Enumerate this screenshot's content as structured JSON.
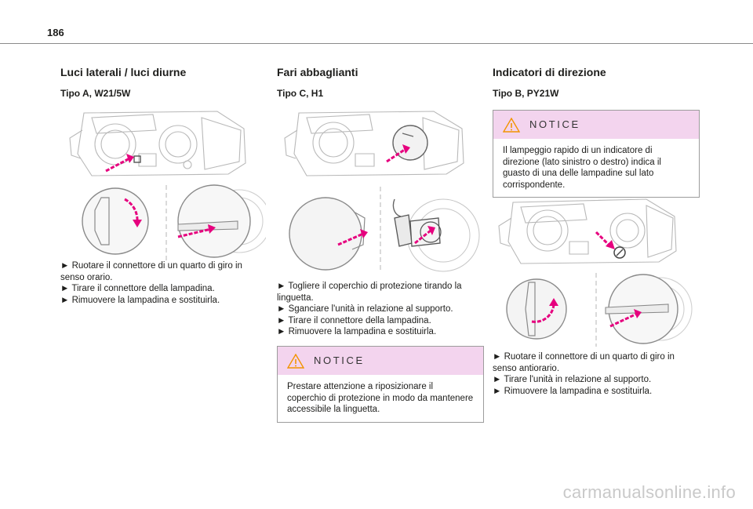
{
  "page_number": "186",
  "sections": [
    {
      "title": "Luci laterali / luci diurne",
      "subtitle": "Tipo A, W21/5W",
      "steps": [
        "► Ruotare il connettore di un quarto di giro in senso orario.",
        "► Tirare il connettore della lampadina.",
        "► Rimuovere la lampadina e sostituirla."
      ]
    },
    {
      "title": "Fari abbaglianti",
      "subtitle": "Tipo C, H1",
      "steps": [
        "► Togliere il coperchio di protezione tirando la linguetta.",
        "► Sganciare l'unità in relazione al supporto.",
        "► Tirare il connettore della lampadina.",
        "► Rimuovere la lampadina e sostituirla."
      ],
      "notice": {
        "label": "NOTICE",
        "text": "Prestare attenzione a riposizionare il coperchio di protezione in modo da mantenere accessibile la linguetta."
      }
    },
    {
      "title": "Indicatori di direzione",
      "subtitle": "Tipo B, PY21W",
      "notice": {
        "label": "NOTICE",
        "text": "Il lampeggio rapido di un indicatore di direzione (lato sinistro o destro) indica il guasto di una delle lampadine sul lato corrispondente."
      },
      "steps": [
        "►  Ruotare il connettore di un quarto di giro in senso antiorario.",
        "► Tirare l'unità in relazione al supporto.",
        "► Rimuovere la lampadina e sostituirla."
      ]
    }
  ],
  "footer": "carmanualsonline.info",
  "colors": {
    "arrow": "#e6007e",
    "notice_bg": "#f3d4ee",
    "line": "#b5b5b5"
  }
}
